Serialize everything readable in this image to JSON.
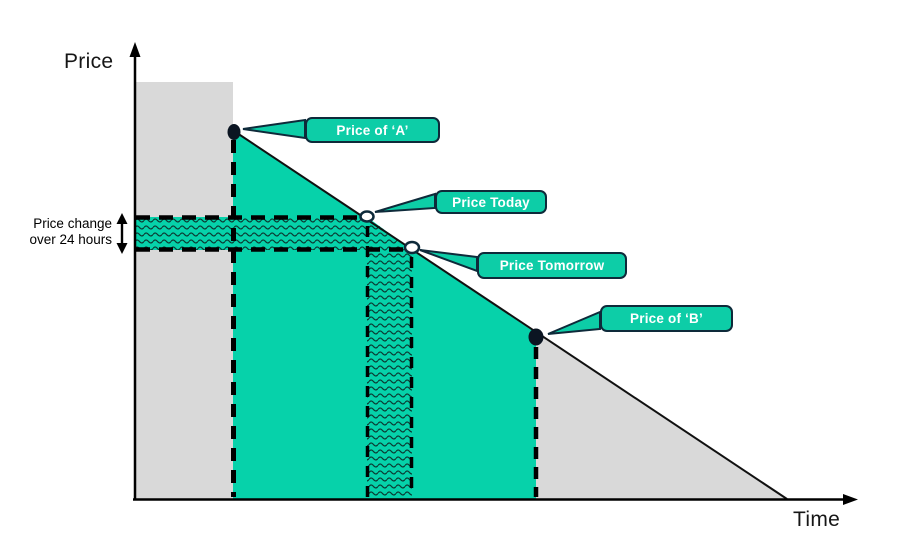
{
  "axes": {
    "y_label": "Price",
    "x_label": "Time"
  },
  "side_note": {
    "line1": "Price change",
    "line2": "over 24 hours"
  },
  "callouts": {
    "price_a": {
      "label": "Price of ‘A’"
    },
    "price_today": {
      "label": "Price Today"
    },
    "price_tomorrow": {
      "label": "Price Tomorrow"
    },
    "price_b": {
      "label": "Price of ‘B’"
    }
  },
  "colors": {
    "teal_fill": "#06d2aa",
    "callout_fill": "#0dcda7",
    "callout_border": "#0e2a3a",
    "gray_fill": "#d9d9d9",
    "hatch_stroke": "#0b3c34",
    "line_black": "#111111"
  },
  "chart_data": {
    "type": "line",
    "xlabel": "Time",
    "ylabel": "Price",
    "description": "Conceptual diagram: a straight downward-sloping price line over time. Marked points along the line in order: Price of 'A' (filled dot, highest), Price Today (open dot), Price Tomorrow (open dot), Price of 'B' (filled dot, lowest shown). A horizontal hatched band between Price Today and Price Tomorrow levels is annotated 'Price change over 24 hours'; a matching vertical hatched strip spans the time between Today and Tomorrow. Teal shading covers the area under the line between A and B; gray shading before A and after B.",
    "annotations": [
      "Price of ‘A’",
      "Price Today",
      "Price Tomorrow",
      "Price of ‘B’",
      "Price change over 24 hours"
    ]
  }
}
